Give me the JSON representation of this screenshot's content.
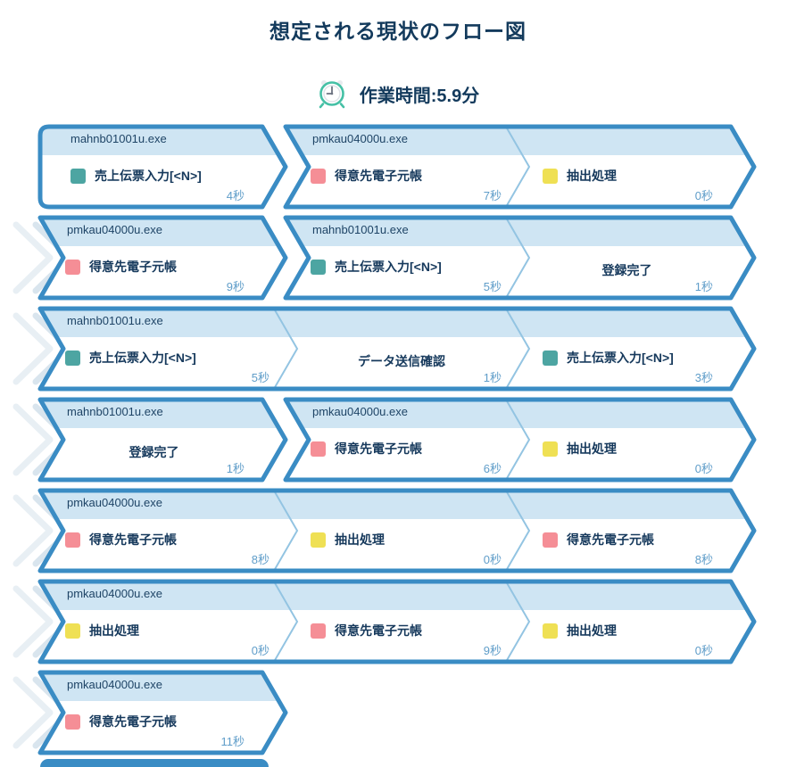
{
  "header": {
    "title": "想定される現状のフロー図",
    "work_time": "作業時間:5.9分"
  },
  "colors": {
    "border": "#3a8cc4",
    "header_band": "#cfe5f3",
    "divider": "#93c4e2",
    "body": "#ffffff",
    "text": "#16395c",
    "time_text": "#5f9dc9",
    "clock_green": "#45c0a5",
    "marker_light": "#e8eff4",
    "marker_dark": "#d9e5ee",
    "icons": {
      "teal": "#4da5a2",
      "pink": "#f58e96",
      "yellow": "#efe054"
    }
  },
  "rows": [
    {
      "continued": false,
      "groups": [
        {
          "exe": "mahnb01001u.exe",
          "start_col": 0,
          "span": 1,
          "notch": false,
          "segments": [
            {
              "icon": "teal",
              "label": "売上伝票入力[<N>]",
              "time": "4秒"
            }
          ]
        },
        {
          "exe": "pmkau04000u.exe",
          "start_col": 1,
          "span": 2,
          "notch": true,
          "segments": [
            {
              "icon": "pink",
              "label": "得意先電子元帳",
              "time": "7秒"
            },
            {
              "icon": "yellow",
              "label": "抽出処理",
              "time": "0秒"
            }
          ]
        }
      ]
    },
    {
      "continued": true,
      "groups": [
        {
          "exe": "pmkau04000u.exe",
          "start_col": 0,
          "span": 1,
          "notch": true,
          "segments": [
            {
              "icon": "pink",
              "label": "得意先電子元帳",
              "time": "9秒"
            }
          ]
        },
        {
          "exe": "mahnb01001u.exe",
          "start_col": 1,
          "span": 2,
          "notch": true,
          "segments": [
            {
              "icon": "teal",
              "label": "売上伝票入力[<N>]",
              "time": "5秒"
            },
            {
              "icon": null,
              "label": "登録完了",
              "time": "1秒"
            }
          ]
        }
      ]
    },
    {
      "continued": true,
      "groups": [
        {
          "exe": "mahnb01001u.exe",
          "start_col": 0,
          "span": 3,
          "notch": true,
          "segments": [
            {
              "icon": "teal",
              "label": "売上伝票入力[<N>]",
              "time": "5秒"
            },
            {
              "icon": null,
              "label": "データ送信確認",
              "time": "1秒"
            },
            {
              "icon": "teal",
              "label": "売上伝票入力[<N>]",
              "time": "3秒"
            }
          ]
        }
      ]
    },
    {
      "continued": true,
      "groups": [
        {
          "exe": "mahnb01001u.exe",
          "start_col": 0,
          "span": 1,
          "notch": true,
          "segments": [
            {
              "icon": null,
              "label": "登録完了",
              "time": "1秒"
            }
          ]
        },
        {
          "exe": "pmkau04000u.exe",
          "start_col": 1,
          "span": 2,
          "notch": true,
          "segments": [
            {
              "icon": "pink",
              "label": "得意先電子元帳",
              "time": "6秒"
            },
            {
              "icon": "yellow",
              "label": "抽出処理",
              "time": "0秒"
            }
          ]
        }
      ]
    },
    {
      "continued": true,
      "groups": [
        {
          "exe": "pmkau04000u.exe",
          "start_col": 0,
          "span": 3,
          "notch": true,
          "segments": [
            {
              "icon": "pink",
              "label": "得意先電子元帳",
              "time": "8秒"
            },
            {
              "icon": "yellow",
              "label": "抽出処理",
              "time": "0秒"
            },
            {
              "icon": "pink",
              "label": "得意先電子元帳",
              "time": "8秒"
            }
          ]
        }
      ]
    },
    {
      "continued": true,
      "groups": [
        {
          "exe": "pmkau04000u.exe",
          "start_col": 0,
          "span": 3,
          "notch": true,
          "segments": [
            {
              "icon": "yellow",
              "label": "抽出処理",
              "time": "0秒"
            },
            {
              "icon": "pink",
              "label": "得意先電子元帳",
              "time": "9秒"
            },
            {
              "icon": "yellow",
              "label": "抽出処理",
              "time": "0秒"
            }
          ]
        }
      ]
    },
    {
      "continued": true,
      "groups": [
        {
          "exe": "pmkau04000u.exe",
          "start_col": 0,
          "span": 1,
          "notch": true,
          "segments": [
            {
              "icon": "pink",
              "label": "得意先電子元帳",
              "time": "11秒"
            }
          ]
        }
      ]
    }
  ]
}
